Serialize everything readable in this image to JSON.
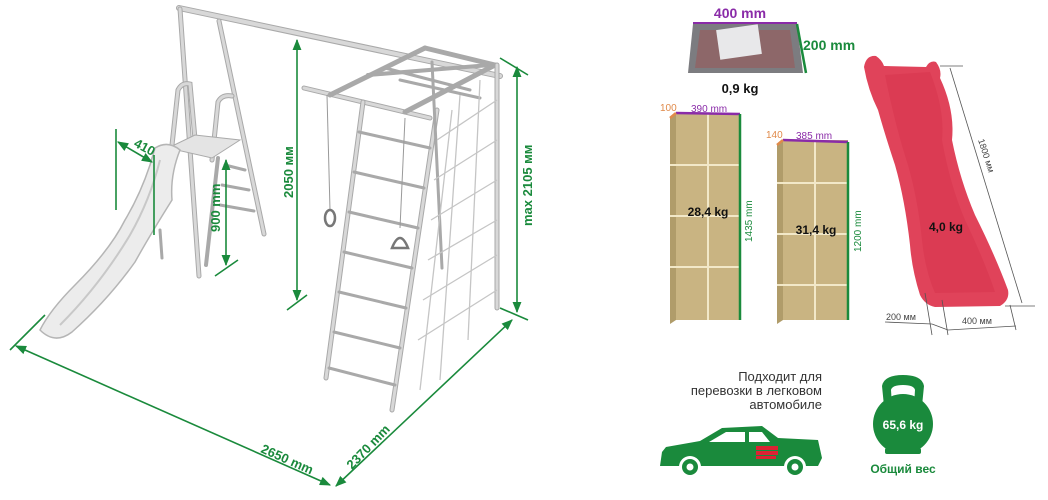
{
  "colors": {
    "dimension_green": "#1a8a3c",
    "width_purple": "#8a2ba8",
    "depth_orange": "#e08a4a",
    "slide_red": "#e0435a",
    "box_tan": "#c9b482"
  },
  "assembly": {
    "dim_410": "410",
    "dim_900": "900 mm",
    "dim_2050": "2050 мм",
    "dim_max_2105": "max 2105 мм",
    "dim_2650": "2650 mm",
    "dim_2370": "2370 mm"
  },
  "packages": {
    "net_pack": {
      "width": "400 mm",
      "height": "200 mm",
      "weight": "0,9 kg"
    },
    "box1": {
      "depth": "100",
      "width": "390 mm",
      "height": "1435 mm",
      "weight": "28,4 kg"
    },
    "box2": {
      "depth": "140",
      "width": "385 mm",
      "height": "1200 mm",
      "weight": "31,4 kg"
    },
    "slide": {
      "length": "1800 мм",
      "width_small": "200 мм",
      "width_large": "400 мм",
      "weight": "4,0 kg"
    }
  },
  "transport": {
    "line1": "Подходит для",
    "line2": "перевозки в легковом",
    "line3": "автомобиле",
    "icon": "car-icon"
  },
  "total": {
    "weight": "65,6 kg",
    "label": "Общий вес",
    "icon": "kettlebell-icon"
  }
}
